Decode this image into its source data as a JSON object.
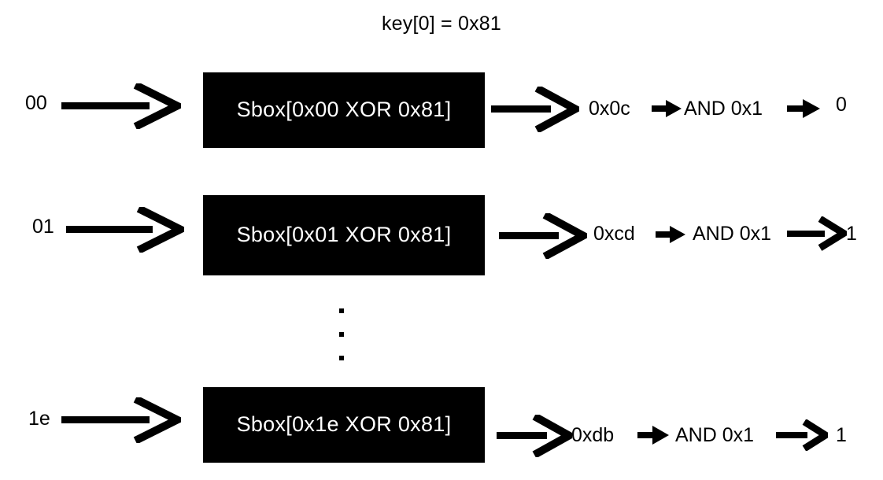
{
  "diagram": {
    "title": "key[0] = 0x81",
    "background_color": "#ffffff",
    "box_color": "#000000",
    "box_text_color": "#ffffff",
    "and_mask_label": "AND 0x1",
    "ellipsis": "vertical-ellipsis",
    "rows": [
      {
        "input": "00",
        "sbox": "Sbox[0x00 XOR 0x81]",
        "sbox_output": "0x0c",
        "operation": "AND 0x1",
        "result": "0"
      },
      {
        "input": "01",
        "sbox": "Sbox[0x01 XOR 0x81]",
        "sbox_output": "0xcd",
        "operation": "AND 0x1",
        "result": "1"
      },
      {
        "input": "1e",
        "sbox": "Sbox[0x1e XOR 0x81]",
        "sbox_output": "0xdb",
        "operation": "AND 0x1",
        "result": "1"
      }
    ],
    "icons": {
      "chevron_arrow": "chevron-arrow-icon",
      "solid_arrow": "solid-arrow-icon"
    }
  }
}
